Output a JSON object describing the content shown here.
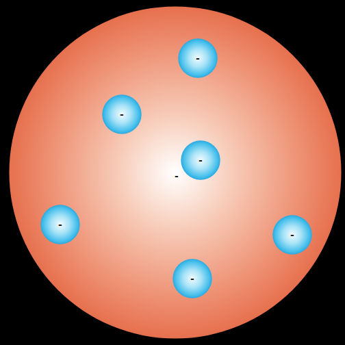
{
  "diagram": {
    "nodes": [
      {
        "text": [
          "-"
        ]
      },
      {
        "text": [
          "-"
        ],
        "in": 0
      },
      {
        "text": [
          "-"
        ],
        "in": 0
      },
      {
        "text": [
          "-"
        ],
        "in": 0
      },
      {
        "text": [
          "-"
        ],
        "in": 0
      },
      {
        "text": [
          "-"
        ],
        "in": 0
      },
      {
        "text": [
          "-"
        ],
        "in": 0
      }
    ]
  }
}
